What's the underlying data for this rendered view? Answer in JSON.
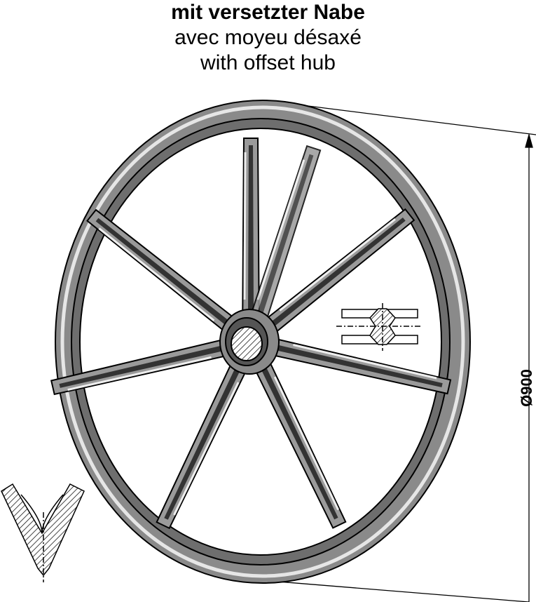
{
  "title": {
    "german": "mit versetzter Nabe",
    "french": "avec moyeu désaxé",
    "english": "with offset hub"
  },
  "dimension": {
    "diameter_label": "Ø900"
  },
  "colors": {
    "line": "#000000",
    "rim_fill": "#8a8a8a",
    "spoke_fill": "#9a9a9a",
    "highlight": "#e6e6e6"
  }
}
